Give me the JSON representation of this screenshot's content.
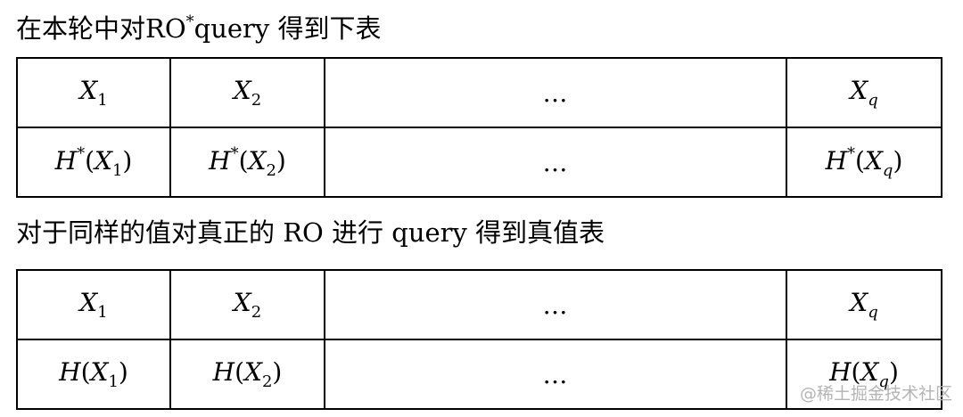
{
  "captions": {
    "first_prefix": "在本轮中对RO",
    "first_star": "*",
    "first_suffix": "query 得到下表",
    "second": "对于同样的值对真正的 RO 进行 query 得到真值表"
  },
  "table1": {
    "header": {
      "c1": {
        "var": "X",
        "sub": "1"
      },
      "c2": {
        "var": "X",
        "sub": "2"
      },
      "c3": "…",
      "c4": {
        "var": "X",
        "sub": "q"
      }
    },
    "row": {
      "c1": {
        "func": "H",
        "star": "*",
        "open": "(",
        "var": "X",
        "sub": "1",
        "close": ")"
      },
      "c2": {
        "func": "H",
        "star": "*",
        "open": "(",
        "var": "X",
        "sub": "2",
        "close": ")"
      },
      "c3": "…",
      "c4": {
        "func": "H",
        "star": "*",
        "open": "(",
        "var": "X",
        "sub": "q",
        "close": ")"
      }
    }
  },
  "table2": {
    "header": {
      "c1": {
        "var": "X",
        "sub": "1"
      },
      "c2": {
        "var": "X",
        "sub": "2"
      },
      "c3": "…",
      "c4": {
        "var": "X",
        "sub": "q"
      }
    },
    "row": {
      "c1": {
        "func": "H",
        "open": "(",
        "var": "X",
        "sub": "1",
        "close": ")"
      },
      "c2": {
        "func": "H",
        "open": "(",
        "var": "X",
        "sub": "2",
        "close": ")"
      },
      "c3": "…",
      "c4": {
        "func": "H",
        "open": "(",
        "var": "X",
        "sub": "q",
        "close": ")"
      }
    }
  },
  "watermark": "@稀土掘金技术社区"
}
